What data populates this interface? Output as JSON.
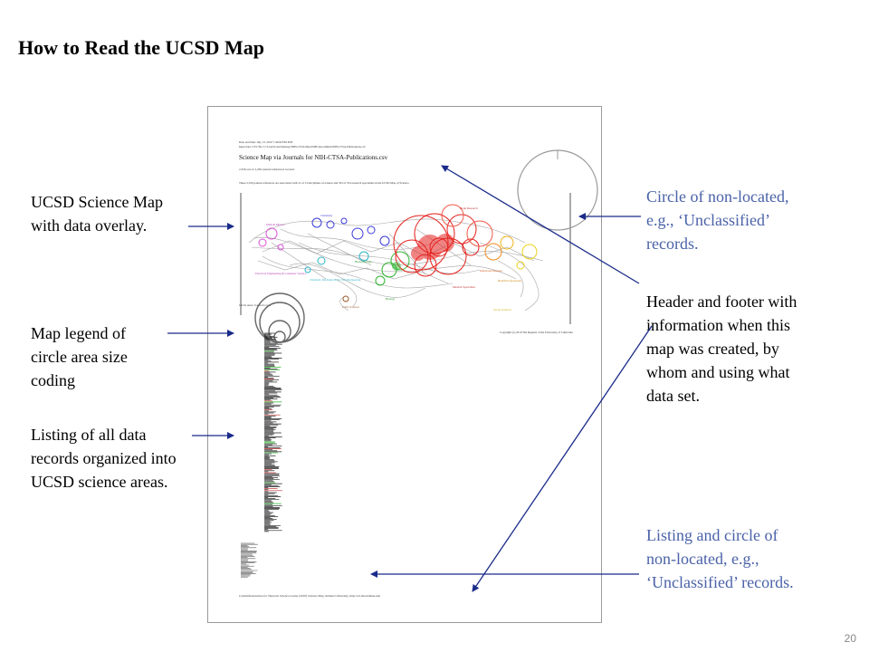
{
  "slide": {
    "title": "How to Read the UCSD Map",
    "page_number": "20"
  },
  "notes": {
    "science_map": [
      "UCSD Science Map",
      "with data overlay."
    ],
    "legend": [
      "Map legend of",
      "circle area size",
      "coding"
    ],
    "listing": [
      "Listing of  all data",
      "records organized into",
      "UCSD science areas."
    ],
    "non_located_circle": [
      "Circle of  non-located,",
      "e.g., ‘Unclassified’",
      "records."
    ],
    "header_footer": [
      "Header and footer with",
      "information when this",
      "map was created, by",
      "whom and using what",
      "data set."
    ],
    "non_located_listing": [
      "Listing and circle of",
      "non-located, e.g.,",
      "‘Unclassified’ records."
    ]
  },
  "document": {
    "header_line1": "Date and time: July 13, 2010 7:40:00 PM EDT",
    "header_line2": "Input data: CSV file: C:\\Users\\User\\Desktop\\NIH-CTSA\\Data\\NIH-data-Online\\NIH-CTSA-Publications.csv",
    "map_title": "Science Map via Journals for NIH-CTSA-Publications.csv",
    "stats_line1": "2,326 out of 2,456 journal references located.",
    "stats_line2": "These 2,326 journal references are associated with 12 of 13 disciplines of science and 503 of 554 research specialties in the UCSD Map of Science.",
    "legend_label": "Circle Area: Journal Count",
    "copyright": "Copyright (c) 2010 The Regents of the University of California",
    "footer": "Cyberinfrastructure for Network Science Center (2010) Science Map. Indiana University, http://sci.slis.indiana.edu",
    "discipline_labels": {
      "math_physics": "Math & Physics",
      "chemistry": "Chemistry",
      "electrical_engineering": "Electrical Engineering & Computer Science",
      "chemical_mechanical": "Chemical, Mechanical, & Civil Engineering",
      "biotechnology": "Biotechnology",
      "brain_research": "Brain Research",
      "biology": "Biology",
      "earth_sciences": "Earth Sciences",
      "medical_specialties": "Medical Specialties",
      "health_professionals": "Health Professionals",
      "social_sciences": "Social Sciences",
      "infectious_diseases": "Infectious Diseases"
    }
  },
  "colors": {
    "blue_text": "#4a62a8",
    "map_edges": "#9a9a9a"
  }
}
